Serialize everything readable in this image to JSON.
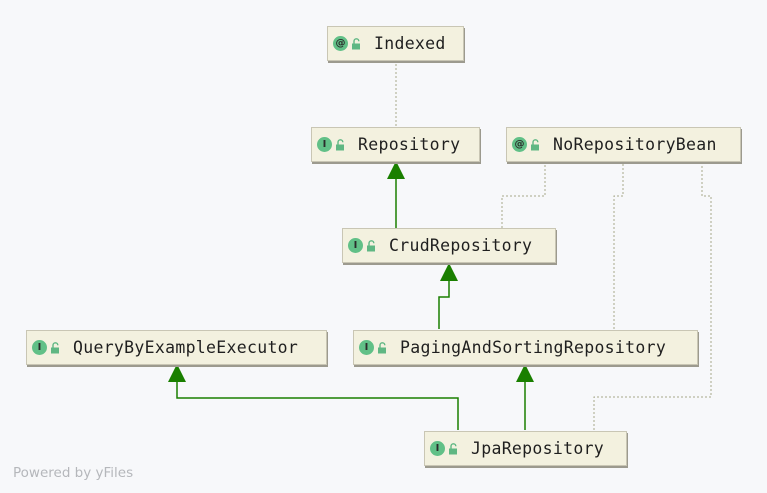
{
  "nodes": [
    {
      "id": "indexed",
      "label": "Indexed",
      "badge": "@",
      "kind": "annotation"
    },
    {
      "id": "repository",
      "label": "Repository",
      "badge": "I",
      "kind": "interface"
    },
    {
      "id": "norepositorybean",
      "label": "NoRepositoryBean",
      "badge": "@",
      "kind": "annotation"
    },
    {
      "id": "crudrepository",
      "label": "CrudRepository",
      "badge": "I",
      "kind": "interface"
    },
    {
      "id": "querybyexampleexecutor",
      "label": "QueryByExampleExecutor",
      "badge": "I",
      "kind": "interface"
    },
    {
      "id": "pagingandsortingrepository",
      "label": "PagingAndSortingRepository",
      "badge": "I",
      "kind": "interface"
    },
    {
      "id": "jparepository",
      "label": "JpaRepository",
      "badge": "I",
      "kind": "interface"
    }
  ],
  "edges": [
    {
      "from": "repository",
      "to": "indexed",
      "type": "annotated-by"
    },
    {
      "from": "crudrepository",
      "to": "repository",
      "type": "extends"
    },
    {
      "from": "crudrepository",
      "to": "norepositorybean",
      "type": "annotated-by"
    },
    {
      "from": "pagingandsortingrepository",
      "to": "crudrepository",
      "type": "extends"
    },
    {
      "from": "pagingandsortingrepository",
      "to": "norepositorybean",
      "type": "annotated-by"
    },
    {
      "from": "jparepository",
      "to": "pagingandsortingrepository",
      "type": "extends"
    },
    {
      "from": "jparepository",
      "to": "querybyexampleexecutor",
      "type": "extends"
    },
    {
      "from": "jparepository",
      "to": "norepositorybean",
      "type": "annotated-by"
    }
  ],
  "colors": {
    "extends": "#1a7f00",
    "annotated_by": "#a7a98b",
    "node_fill": "#f3f1df",
    "badge": "#61c087"
  },
  "footer": "Powered by yFiles"
}
